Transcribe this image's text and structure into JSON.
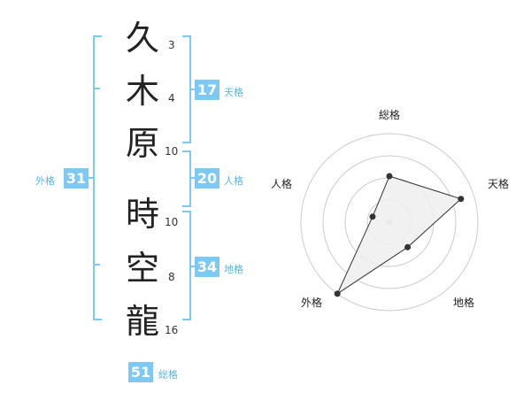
{
  "name": {
    "characters": [
      {
        "char": "久",
        "strokes": "3"
      },
      {
        "char": "木",
        "strokes": "4"
      },
      {
        "char": "原",
        "strokes": "10"
      },
      {
        "char": "時",
        "strokes": "10"
      },
      {
        "char": "空",
        "strokes": "8"
      },
      {
        "char": "龍",
        "strokes": "16"
      }
    ]
  },
  "fortunes": {
    "tenkaku": {
      "value": "17",
      "label": "天格"
    },
    "jinkaku": {
      "value": "20",
      "label": "人格"
    },
    "chikaku": {
      "value": "34",
      "label": "地格"
    },
    "gaikaku": {
      "value": "31",
      "label": "外格"
    },
    "soukaku": {
      "value": "51",
      "label": "総格"
    }
  },
  "chart_data": {
    "type": "radar",
    "axes": [
      "総格",
      "天格",
      "地格",
      "外格",
      "人格"
    ],
    "values": [
      0.52,
      0.85,
      0.35,
      1.0,
      0.2
    ],
    "range": [
      0,
      1
    ],
    "rings": 4,
    "colors": {
      "fill": "#eeeeee",
      "line": "#333333",
      "grid": "#cccccc",
      "point": "#333333",
      "center": "#cccccc"
    }
  }
}
